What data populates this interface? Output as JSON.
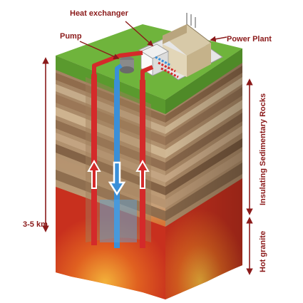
{
  "labels": {
    "heat_exchanger": "Heat exchanger",
    "pump": "Pump",
    "power_plant": "Power Plant",
    "depth": "3-5 km",
    "insulating_rocks": "Insulating Sedimentary Rocks",
    "hot_granite": "Hot granite"
  },
  "colors": {
    "label_text": "#8b1a1a",
    "hot_pipe": "#d42a2a",
    "cold_pipe": "#3a8fd8",
    "grass": "#6fb43c",
    "granite_hot": "#e0501c"
  },
  "icons": {
    "up_arrow_left": "up-arrow-icon",
    "down_arrow": "down-arrow-icon",
    "up_arrow_right": "up-arrow-icon"
  }
}
